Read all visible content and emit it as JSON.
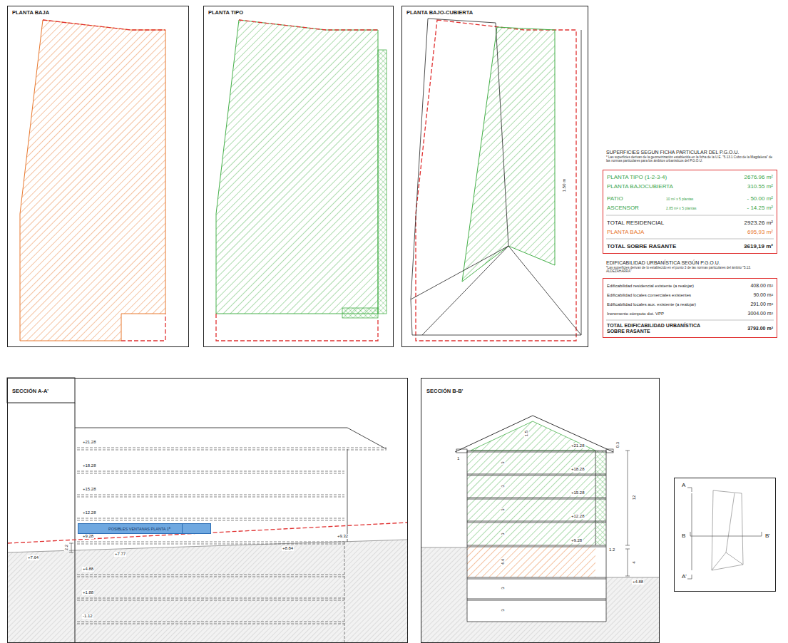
{
  "diagram": {
    "nodes": [
      {
        "text": [
          "PLANTA BAJA"
        ]
      },
      {
        "text": [
          "PLANTA TIPO"
        ]
      },
      {
        "text": [
          "PLANTA BAJO-CUBIERTA"
        ]
      },
      {
        "text": [
          "SUPERFICIES SEGUN FICHA PARTICULAR DEL P.G.O.U.",
          "* Las superficies derivan de la geometrización establecida en la ficha de la U.E. \"5.13.1 Cubo de la Magdalena\" de las normas particulares para los ámbitos urbanísticos del P.G.O.U.",
          "PLANTA TIPO (1-2-3-4)",
          "2676.96 m²",
          "PLANTA BAJOCUBIERTA",
          "310.55 m²",
          "PATIO",
          "10 m² x 5 plantas",
          "- 50.00 m²",
          "ASCENSOR",
          "2.85 m² x 5 plantas",
          "- 14.25 m²",
          "TOTAL RESIDENCIAL",
          "2923.26 m²",
          "PLANTA BAJA",
          "695,93 m²",
          "TOTAL SOBRE RASANTE",
          "3619,19 m²"
        ]
      },
      {
        "text": [
          "EDIFICABILIDAD URBANÍSTICA SEGÚN P.G.O.U.",
          "*Las superficies derivan de lo establecido en el punto 3 de las normas particulares del ámbito \"5.13. ALDEZAHARRA\"",
          "Edificabilidad residencial existente (a realojar)",
          "408.00 m²",
          "Edificabilidad locales comerciales existentes",
          "90.00 m²",
          "Edificabilidad locales aux. existente (a realojar)",
          "291.00 m²",
          "Incremento cómputo dot. VPP",
          "3004.00 m²",
          "TOTAL EDIFICABILIDAD URBANÍSTICA SOBRE RASANTE",
          "3793.00 m²"
        ]
      },
      {
        "text": [
          "SECCIÓN A-A'"
        ]
      },
      {
        "text": [
          "POSIBLES VENTANAS PLANTA 1ª"
        ],
        "in": 5
      },
      {
        "text": [
          "SECCIÓN B-B'"
        ]
      },
      {
        "text": [
          "A",
          "B",
          "B'",
          "A'"
        ]
      }
    ],
    "labels": [
      "1.50 m",
      "+21.28",
      "+18.28",
      "+15.28",
      "+12.28",
      "+9.28",
      "+7.64",
      "2.2",
      "+7.77",
      "+8.84",
      "+9.32",
      "+4.88",
      "+1.88",
      "-1.12",
      "1.5",
      "+21.28",
      "0.3",
      "1",
      "3",
      "+18.28",
      "3",
      "+15.28",
      "3",
      "+12.28",
      "3",
      "+9.28",
      "12",
      "4.4",
      "1.2",
      "4",
      "+4.88",
      "3",
      "3"
    ]
  }
}
